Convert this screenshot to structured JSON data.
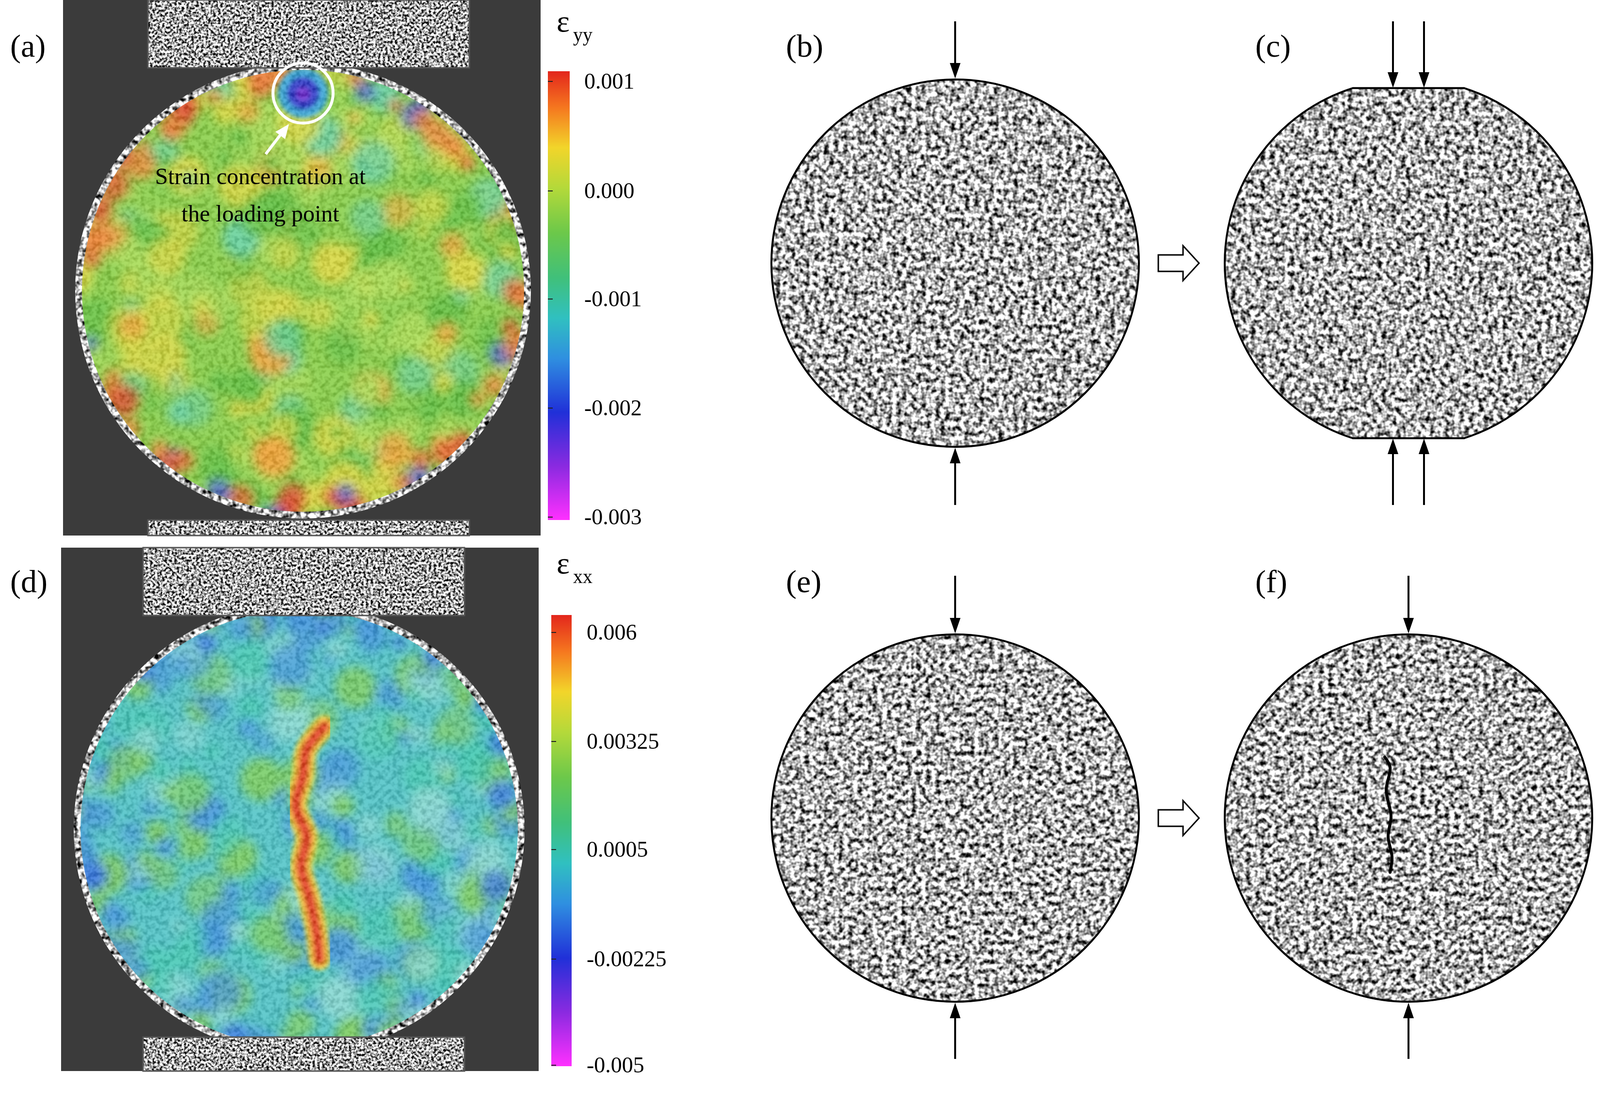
{
  "diagram": {
    "labels": [
      "(a)",
      "ε",
      "yy",
      "0.001",
      "0.000",
      "-0.001",
      "-0.002",
      "-0.003",
      "Strain concentration at the loading point",
      "(b)",
      "(c)",
      "(d)",
      "ε",
      "xx",
      "0.006",
      "0.00325",
      "0.0005",
      "-0.00225",
      "-0.005",
      "(e)",
      "(f)"
    ]
  }
}
